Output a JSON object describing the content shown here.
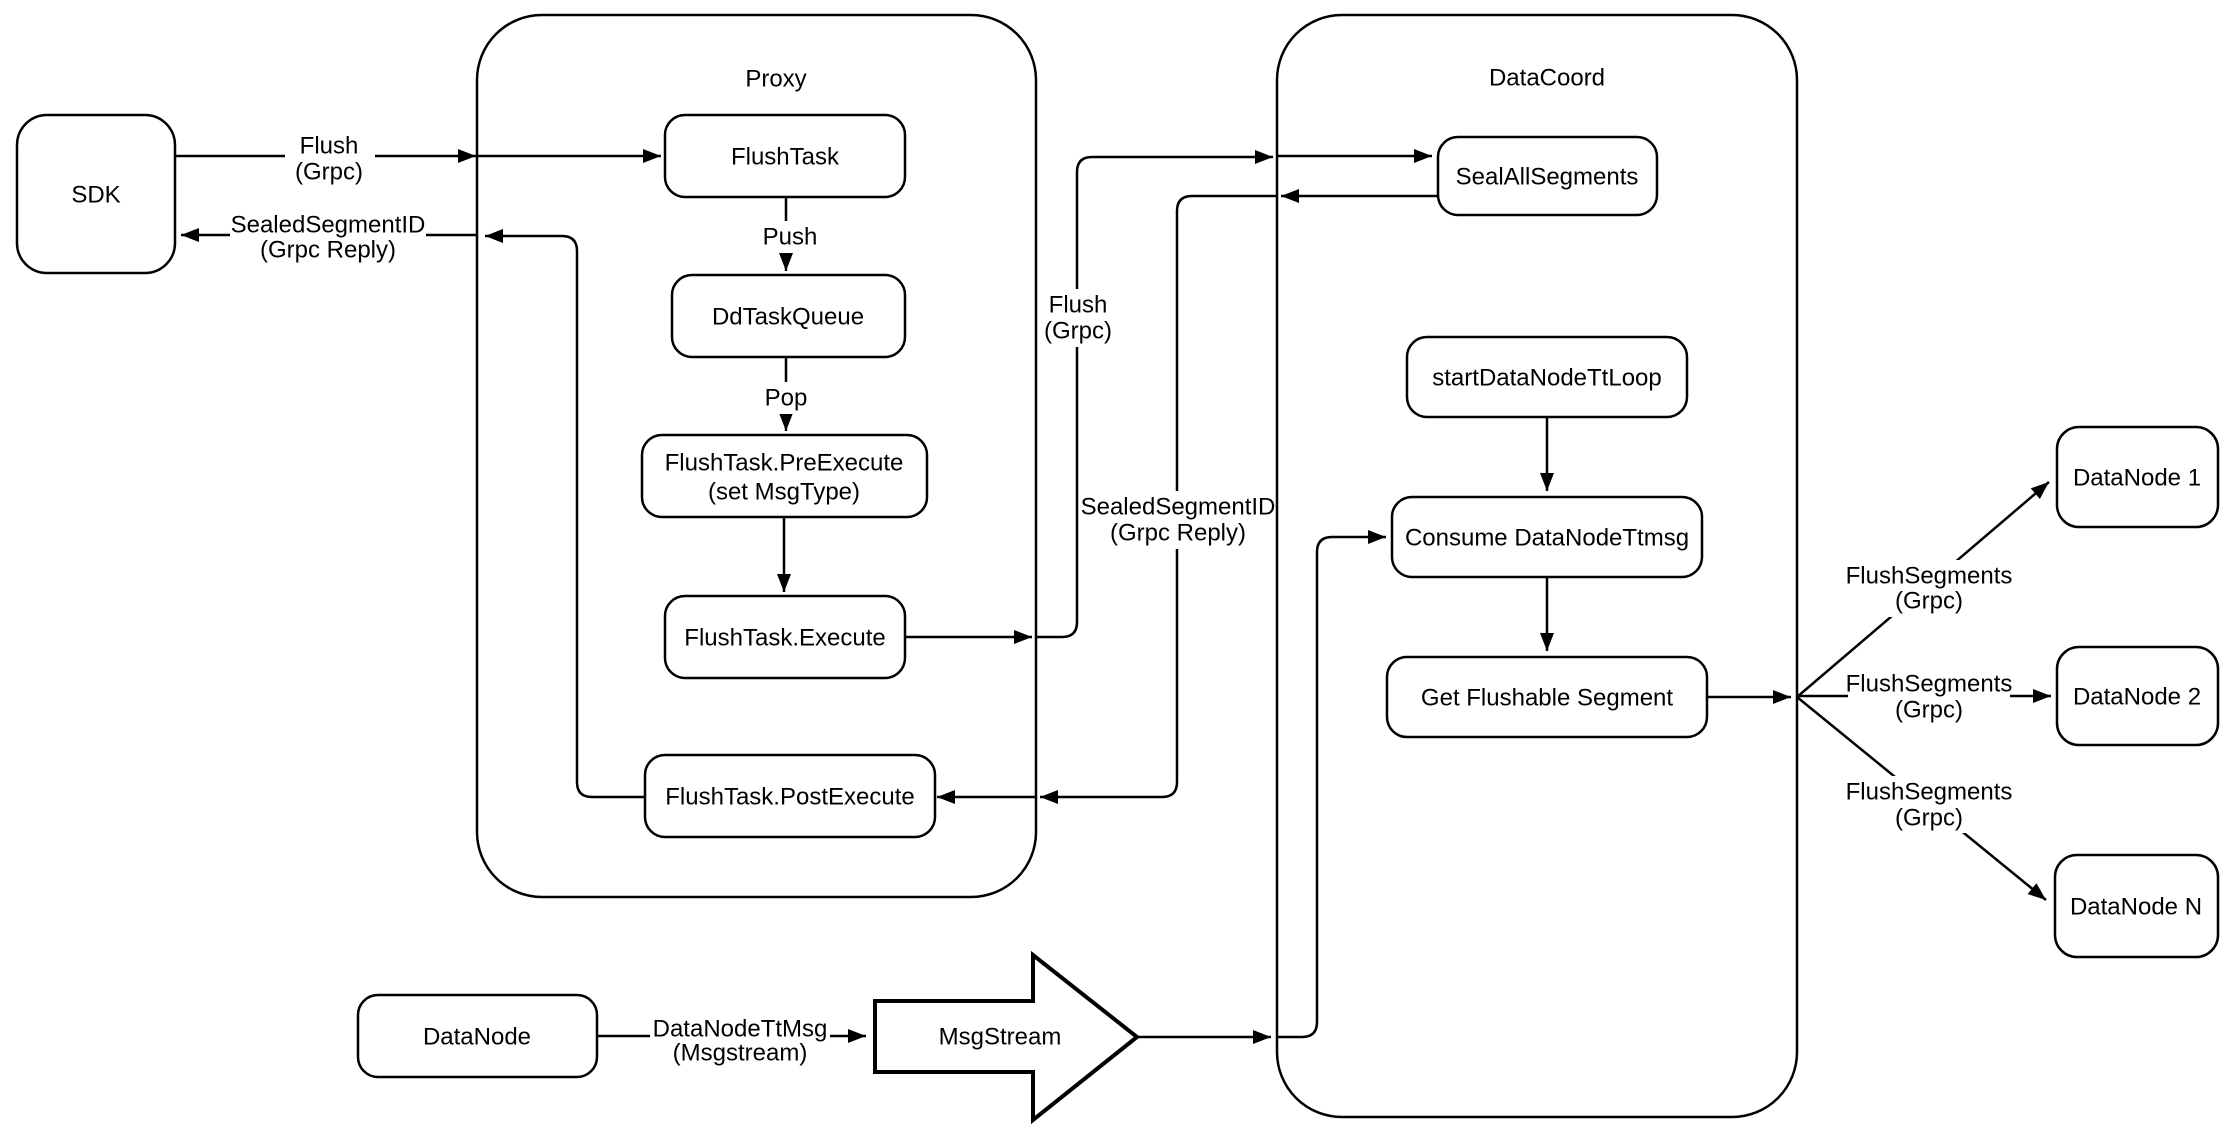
{
  "colors": {
    "stroke": "#000000",
    "background": "#ffffff"
  },
  "containers": {
    "proxy": {
      "title": "Proxy"
    },
    "datacoord": {
      "title": "DataCoord"
    }
  },
  "nodes": {
    "sdk": {
      "label": "SDK"
    },
    "flush_task": {
      "label": "FlushTask"
    },
    "dd_task_queue": {
      "label": "DdTaskQueue"
    },
    "flush_task_pre_execute": {
      "line1": "FlushTask.PreExecute",
      "line2": "(set MsgType)"
    },
    "flush_task_execute": {
      "label": "FlushTask.Execute"
    },
    "flush_task_post_execute": {
      "label": "FlushTask.PostExecute"
    },
    "seal_all_segments": {
      "label": "SealAllSegments"
    },
    "start_data_node_tt_loop": {
      "label": "startDataNodeTtLoop"
    },
    "consume_data_node_ttmsg": {
      "label": "Consume DataNodeTtmsg"
    },
    "get_flushable_segment": {
      "label": "Get Flushable Segment"
    },
    "data_node_1": {
      "label": "DataNode 1"
    },
    "data_node_2": {
      "label": "DataNode 2"
    },
    "data_node_n": {
      "label": "DataNode N"
    },
    "data_node": {
      "label": "DataNode"
    },
    "msg_stream": {
      "label": "MsgStream"
    }
  },
  "edge_labels": {
    "sdk_to_proxy_flush": {
      "line1": "Flush",
      "line2": "(Grpc)"
    },
    "proxy_to_sdk_reply": {
      "line1": "SealedSegmentID",
      "line2": "(Grpc Reply)"
    },
    "push": {
      "label": "Push"
    },
    "pop": {
      "label": "Pop"
    },
    "execute_to_datacoord_flush": {
      "line1": "Flush",
      "line2": "(Grpc)"
    },
    "datacoord_to_proxy_reply": {
      "line1": "SealedSegmentID",
      "line2": "(Grpc Reply)"
    },
    "flush_segments_1": {
      "line1": "FlushSegments",
      "line2": "(Grpc)"
    },
    "flush_segments_2": {
      "line1": "FlushSegments",
      "line2": "(Grpc)"
    },
    "flush_segments_3": {
      "line1": "FlushSegments",
      "line2": "(Grpc)"
    },
    "data_node_tt_msg": {
      "line1": "DataNodeTtMsg",
      "line2": "(Msgstream)"
    }
  }
}
